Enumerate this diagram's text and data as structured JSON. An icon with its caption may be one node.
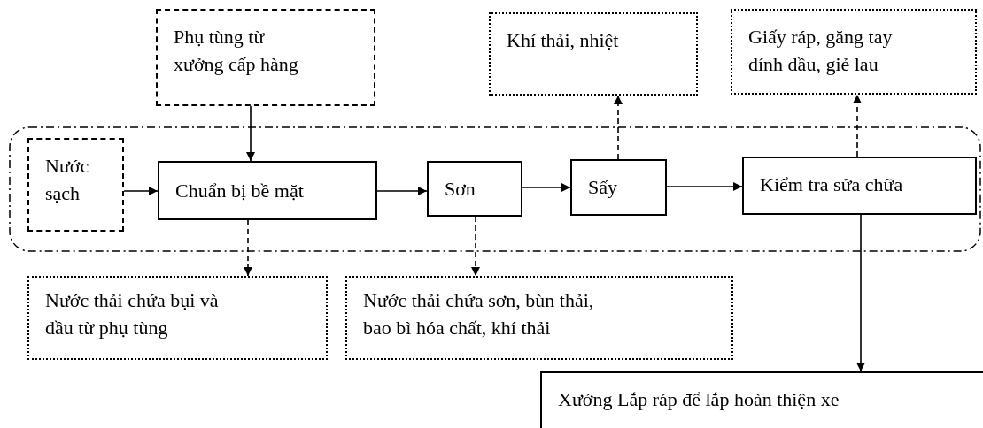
{
  "diagram": {
    "nodes": [
      {
        "text": [],
        "shape": "box"
      },
      {
        "text": [
          "Phụ tùng từ xưởng cấp hàng"
        ]
      },
      {
        "text": [
          "Khí thải, nhiệt"
        ]
      },
      {
        "text": [
          "Giấy ráp, găng tay dính dầu, giẻ lau"
        ]
      },
      {
        "text": [
          "Nước sạch"
        ],
        "in": 0
      },
      {
        "text": [
          "Chuẩn bị bề mặt"
        ],
        "in": 0
      },
      {
        "text": [
          "Sơn"
        ],
        "in": 0
      },
      {
        "text": [
          "Sấy"
        ],
        "in": 0
      },
      {
        "text": [
          "Kiểm tra sửa chữa"
        ],
        "in": 0
      },
      {
        "text": [
          "Nước thải chứa bụi và dầu từ phụ tùng"
        ]
      },
      {
        "text": [
          "Nước thải chứa sơn, bùn thải, bao bì hóa chất, khí thải"
        ]
      },
      {
        "text": [
          "Xưởng Lắp ráp để lắp hoàn thiện xe"
        ]
      }
    ],
    "edges": [
      {
        "from": 1,
        "to": 5,
        "arrow": "to"
      },
      {
        "from": 4,
        "to": 5,
        "arrow": "to"
      },
      {
        "from": 5,
        "to": 6,
        "arrow": "to"
      },
      {
        "from": 6,
        "to": 7,
        "arrow": "to"
      },
      {
        "from": 7,
        "to": 8,
        "arrow": "to"
      },
      {
        "from": 7,
        "to": 2,
        "arrow": "to",
        "style": "dashed"
      },
      {
        "from": 8,
        "to": 3,
        "arrow": "to",
        "style": "dashed"
      },
      {
        "from": 5,
        "to": 9,
        "arrow": "to",
        "style": "dashed"
      },
      {
        "from": 6,
        "to": 10,
        "arrow": "to",
        "style": "dashed"
      },
      {
        "from": 8,
        "to": 11,
        "arrow": "to"
      }
    ]
  }
}
